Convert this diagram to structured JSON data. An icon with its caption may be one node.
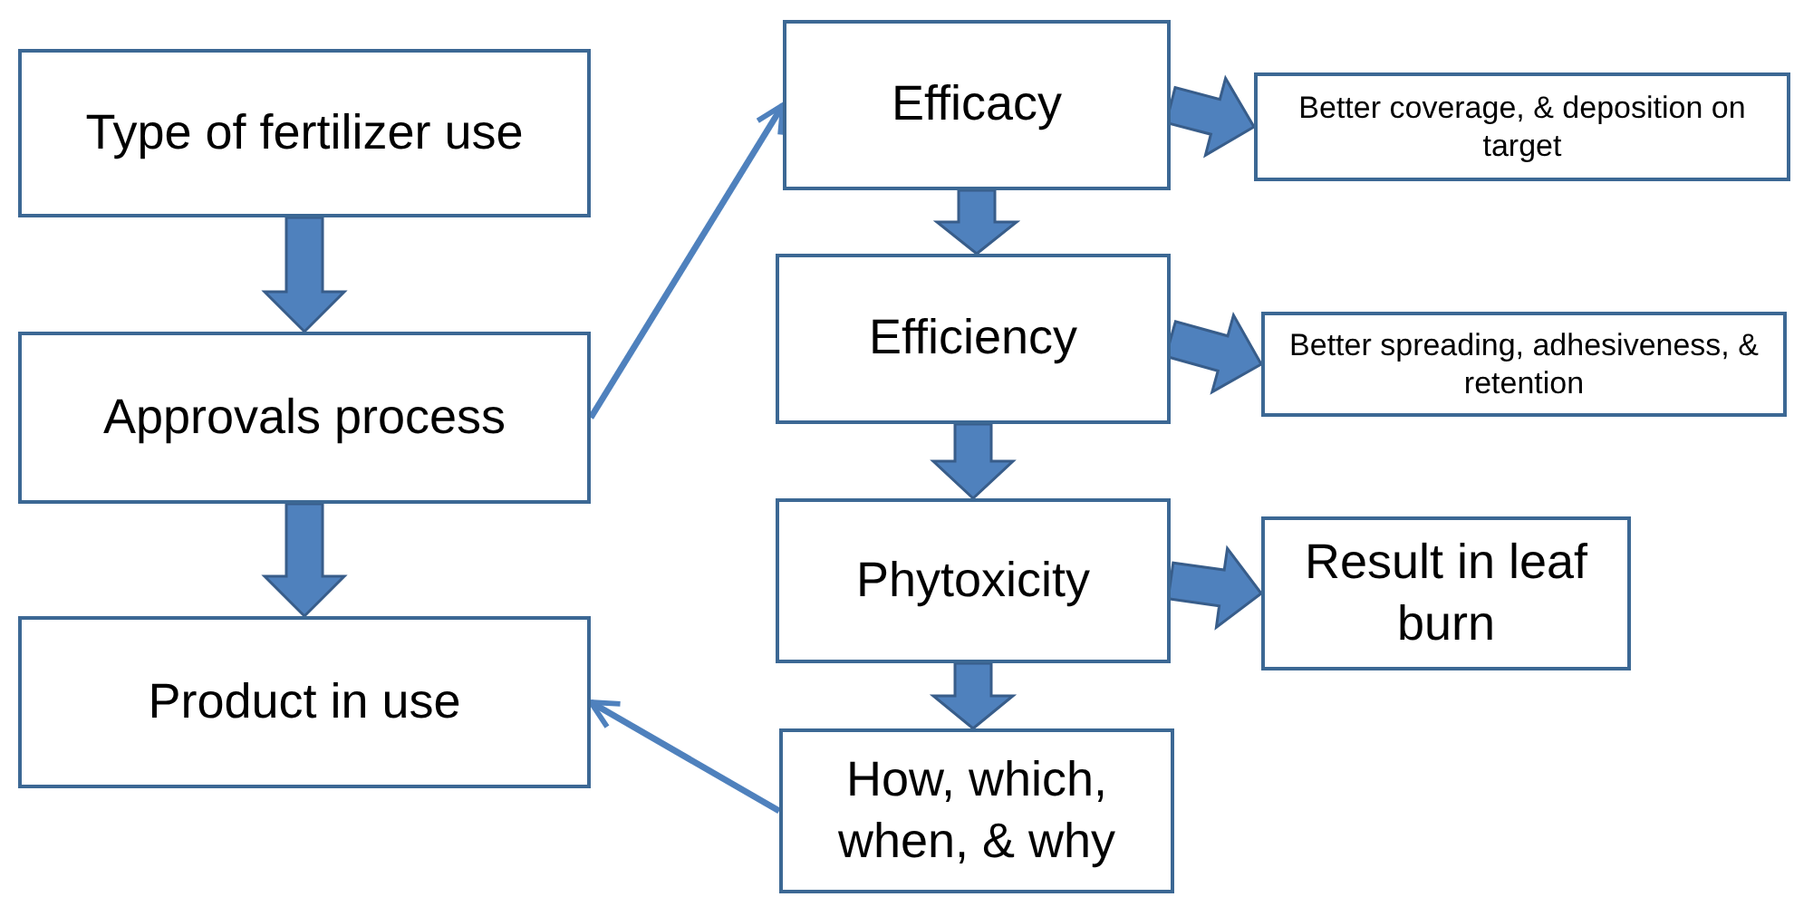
{
  "diagram": {
    "nodes": [
      {
        "text": [
          "Type of fertilizer use"
        ]
      },
      {
        "text": [
          "Approvals process"
        ]
      },
      {
        "text": [
          "Product in use"
        ]
      },
      {
        "text": [
          "Efficacy"
        ]
      },
      {
        "text": [
          "Better coverage, & deposition on target"
        ]
      },
      {
        "text": [
          "Efficiency"
        ]
      },
      {
        "text": [
          "Better spreading, adhesiveness, & retention"
        ]
      },
      {
        "text": [
          "Phytoxicity"
        ]
      },
      {
        "text": [
          "Result in leaf burn"
        ]
      },
      {
        "text": [
          "How, which, when, & why"
        ]
      }
    ],
    "edges": [
      {
        "from": 0,
        "to": 1,
        "arrow": "to",
        "style": "thick"
      },
      {
        "from": 1,
        "to": 2,
        "arrow": "to",
        "style": "thick"
      },
      {
        "from": 1,
        "to": 3,
        "arrow": "to"
      },
      {
        "from": 3,
        "to": 4,
        "arrow": "to",
        "style": "thick"
      },
      {
        "from": 3,
        "to": 5,
        "arrow": "to",
        "style": "thick"
      },
      {
        "from": 5,
        "to": 6,
        "arrow": "to",
        "style": "thick"
      },
      {
        "from": 5,
        "to": 7,
        "arrow": "to",
        "style": "thick"
      },
      {
        "from": 7,
        "to": 8,
        "arrow": "to",
        "style": "thick"
      },
      {
        "from": 7,
        "to": 9,
        "arrow": "to",
        "style": "thick"
      },
      {
        "from": 9,
        "to": 2,
        "arrow": "to"
      }
    ]
  }
}
